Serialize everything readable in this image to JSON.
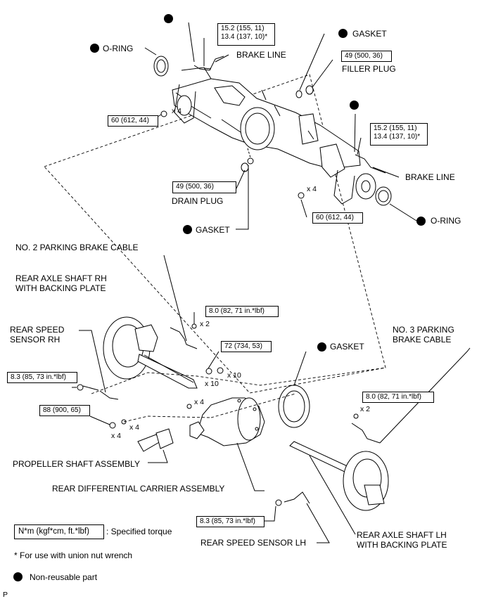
{
  "labels": {
    "o_ring": "O-RING",
    "brake_line": "BRAKE LINE",
    "gasket": "GASKET",
    "filler_plug": "FILLER PLUG",
    "drain_plug": "DRAIN PLUG",
    "no2_parking_brake_cable": "NO. 2 PARKING BRAKE CABLE",
    "rear_axle_shaft_rh_l1": "REAR AXLE SHAFT RH",
    "rear_axle_shaft_rh_l2": "WITH BACKING PLATE",
    "rear_speed_sensor_rh_l1": "REAR SPEED",
    "rear_speed_sensor_rh_l2": "SENSOR RH",
    "no3_parking_brake_cable_l1": "NO. 3 PARKING",
    "no3_parking_brake_cable_l2": "BRAKE CABLE",
    "propeller_shaft_assembly": "PROPELLER SHAFT ASSEMBLY",
    "rear_differential_carrier_assembly": "REAR DIFFERENTIAL CARRIER ASSEMBLY",
    "rear_speed_sensor_lh": "REAR SPEED SENSOR LH",
    "rear_axle_shaft_lh_l1": "REAR AXLE SHAFT LH",
    "rear_axle_shaft_lh_l2": "WITH BACKING PLATE"
  },
  "torques": {
    "brake_line_top_l1": "15.2 (155, 11)",
    "brake_line_top_l2": "13.4 (137, 10)*",
    "filler_plug": "49 (500, 36)",
    "bolt_left": "60 (612, 44)",
    "brake_line_right_l1": "15.2 (155, 11)",
    "brake_line_right_l2": "13.4 (137, 10)*",
    "drain_plug": "49 (500, 36)",
    "bolt_right": "60 (612, 44)",
    "parking_cable_bolt": "8.0 (82, 71 in.*lbf)",
    "carrier_nut": "72 (734, 53)",
    "speed_sensor_rh": "8.3 (85, 73 in.*lbf)",
    "propeller_bolt": "88 (900, 65)",
    "parking_cable_no3": "8.0 (82, 71 in.*lbf)",
    "speed_sensor_lh": "8.3 (85, 73 in.*lbf)"
  },
  "quantities": {
    "q_left_bolts": "x 4",
    "q_right_bolts": "x 4",
    "q_cable_bolts": "x 2",
    "q_carrier_nuts": "x 10",
    "q_carrier_washers": "x 10",
    "q_carrier_studs": "x 4",
    "q_prop_bolts": "x 4",
    "q_prop_washers": "x 4",
    "q_no3_bolts": "x 2"
  },
  "legend": {
    "torque_box": "N*m (kgf*cm, ft.*lbf)",
    "torque_desc": ": Specified torque",
    "footnote": "* For use with union nut wrench",
    "non_reusable": "Non-reusable part",
    "page_letter": "P"
  }
}
